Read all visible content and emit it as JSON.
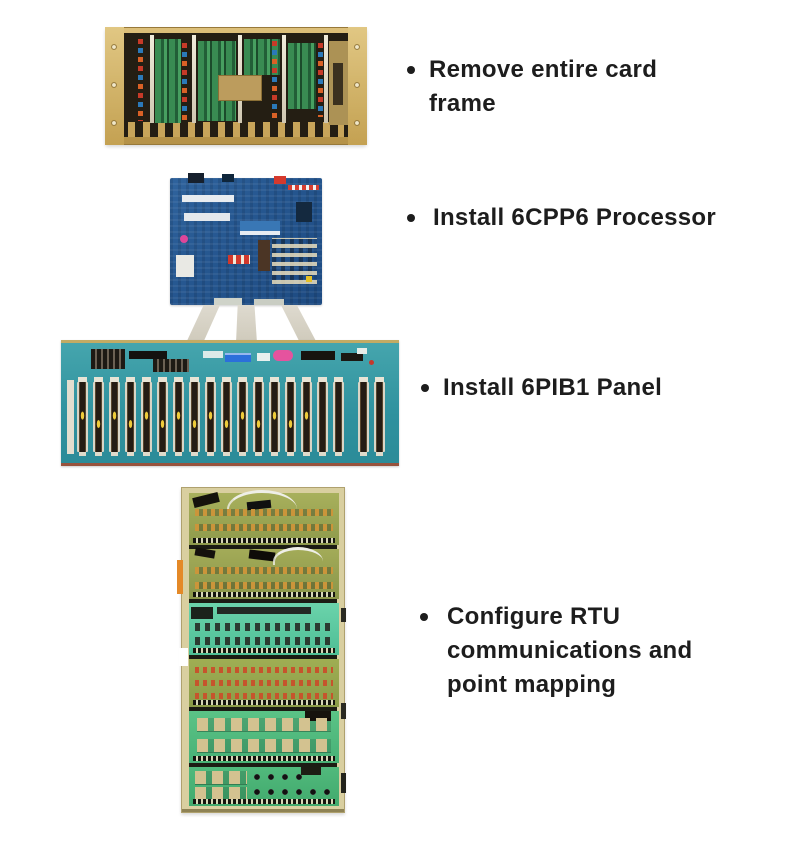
{
  "slide": {
    "background": "#ffffff",
    "text_color": "#1d1d1d",
    "steps": [
      {
        "label": "Remove entire card frame",
        "image": "card-frame-rack-photo"
      },
      {
        "label": "Install 6CPP6 Processor",
        "image": "6cpp6-processor-board-photo"
      },
      {
        "label": "Install 6PIB1 Panel",
        "image": "6pib1-panel-photo"
      },
      {
        "label": "Configure RTU communications and point mapping",
        "image": "rtu-card-rack-photo"
      }
    ],
    "accent_colors": {
      "frame_tan": "#c4a35a",
      "pcb_blue": "#27568c",
      "panel_teal": "#33909c",
      "rack_green": "#57bb82",
      "connector_yellow": "#eccb42"
    }
  }
}
